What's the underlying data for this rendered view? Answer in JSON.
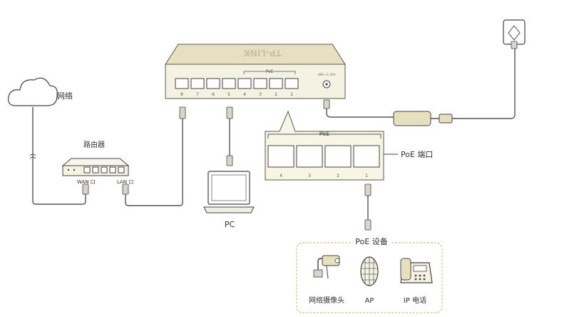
{
  "internet_label": "网络",
  "router": {
    "title": "路由器",
    "wan_label": "WAN 口",
    "lan_label": "LAN 口"
  },
  "switch": {
    "brand": "TP-LINK",
    "poe_tag": "PoE",
    "port_numbers": [
      "8",
      "7",
      "6",
      "5",
      "4",
      "3",
      "2",
      "1"
    ],
    "power_tag": "48V ═ 1.25A"
  },
  "pc_label": "PC",
  "poe_ports_callout": {
    "header": "PoE",
    "label": "PoE 端口",
    "port_numbers": [
      "4",
      "3",
      "2",
      "1"
    ]
  },
  "poe_devices": {
    "title": "PoE 设备",
    "items": [
      {
        "label": "网络摄像头",
        "icon": "ip-camera-icon"
      },
      {
        "label": "AP",
        "icon": "access-point-icon"
      },
      {
        "label": "IP 电话",
        "icon": "ip-phone-icon"
      }
    ]
  }
}
